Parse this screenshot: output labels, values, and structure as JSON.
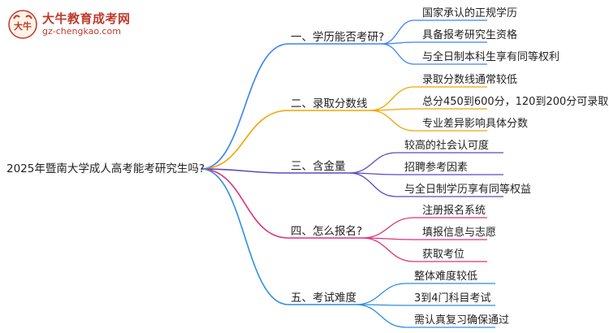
{
  "logo": {
    "site_name": "大牛教育成考网",
    "url": "gz-chengkao.com",
    "mark_text": "大牛"
  },
  "root": "2025年暨南大学成人高考能考研究生吗?",
  "branches": [
    {
      "label": "一、学历能否考研?",
      "color": "#3b82f6",
      "children": [
        "国家承认的正规学历",
        "具备报考研究生资格",
        "与全日制本科生享有同等权利"
      ]
    },
    {
      "label": "二、录取分数线",
      "color": "#f0a500",
      "children": [
        "录取分数线通常较低",
        "总分450到600分，120到200分可录取",
        "专业差异影响具体分数"
      ]
    },
    {
      "label": "三、含金量",
      "color": "#5b4bc4",
      "children": [
        "较高的社会认可度",
        "招聘参考因素",
        "与全日制学历享有同等权益"
      ]
    },
    {
      "label": "四、怎么报名?",
      "color": "#e0307a",
      "children": [
        "注册报名系统",
        "填报信息与志愿",
        "获取考位"
      ]
    },
    {
      "label": "五、考试难度",
      "color": "#2f8fe0",
      "children": [
        "整体难度较低",
        "3到4门科目考试",
        "需认真复习确保通过"
      ]
    }
  ]
}
